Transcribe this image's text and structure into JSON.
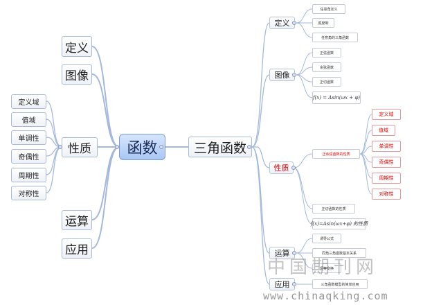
{
  "central": "函数",
  "left_branches": {
    "definition": "定义",
    "image": "图像",
    "properties": "性质",
    "operation": "运算",
    "application": "应用",
    "property_items": [
      "定义域",
      "值域",
      "单调性",
      "奇偶性",
      "周期性",
      "对称性"
    ]
  },
  "trig": {
    "title": "三角函数",
    "definition": {
      "label": "定义",
      "items": [
        "任意角定义",
        "弧度制",
        "任意角的三角函数"
      ]
    },
    "image": {
      "label": "图像",
      "items": [
        "正弦函数",
        "余弦函数",
        "正切函数"
      ],
      "formula": "f(x) = Asin(ωx + φ)"
    },
    "properties": {
      "label": "性质",
      "sine_cosine": "正余弦函数的性质",
      "sine_cosine_items": [
        "定义域",
        "值域",
        "单调性",
        "奇偶性",
        "周期性",
        "对称性"
      ],
      "tangent": "正切函数的性质",
      "general": "f(x)=Asin(ωx+φ) 的性质"
    },
    "operation": {
      "label": "运算",
      "items": [
        "诱导公式",
        "同角三角函数基本关系",
        "恒等变换"
      ]
    },
    "application": {
      "label": "应用",
      "items": [
        "三角函数模型的简单应用"
      ]
    }
  },
  "watermark": {
    "cn": "中国期刊网",
    "url": "www.chinaqking.com"
  },
  "colors": {
    "link": "#a3b8dc",
    "central_fill": "#b5cdf5",
    "red_text": "#e00000"
  }
}
